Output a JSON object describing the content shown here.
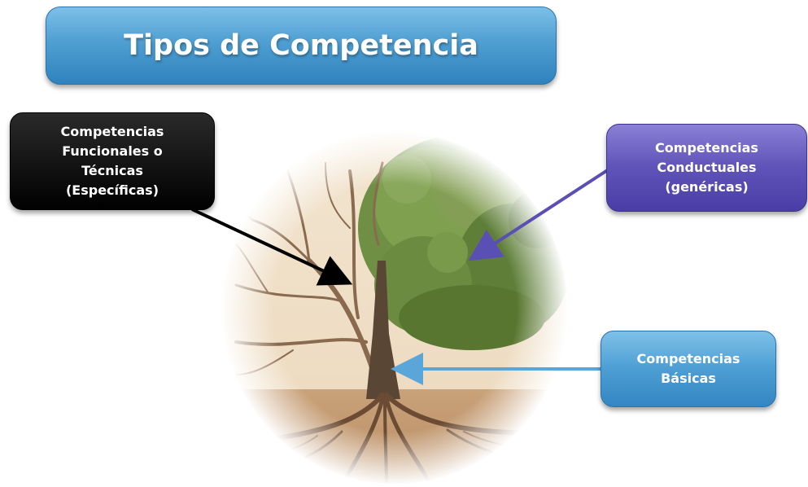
{
  "title": "Tipos de Competencia",
  "labels": {
    "funcionales": "Competencias\nFuncionales o\nTécnicas\n(Específicas)",
    "conductuales": "Competencias\nConductuales\n(genéricas)",
    "basicas": "Competencias\nBásicas"
  },
  "colors": {
    "title_box": "#4f9fd2",
    "funcionales_box": "#000000",
    "conductuales_box": "#5f52b8",
    "basicas_box": "#4d9ed4",
    "arrow_black": "#000000",
    "arrow_purple": "#5a4fb5",
    "arrow_blue": "#5aa6d8"
  },
  "illustration": "tree-half-bare-half-leafy-with-roots"
}
